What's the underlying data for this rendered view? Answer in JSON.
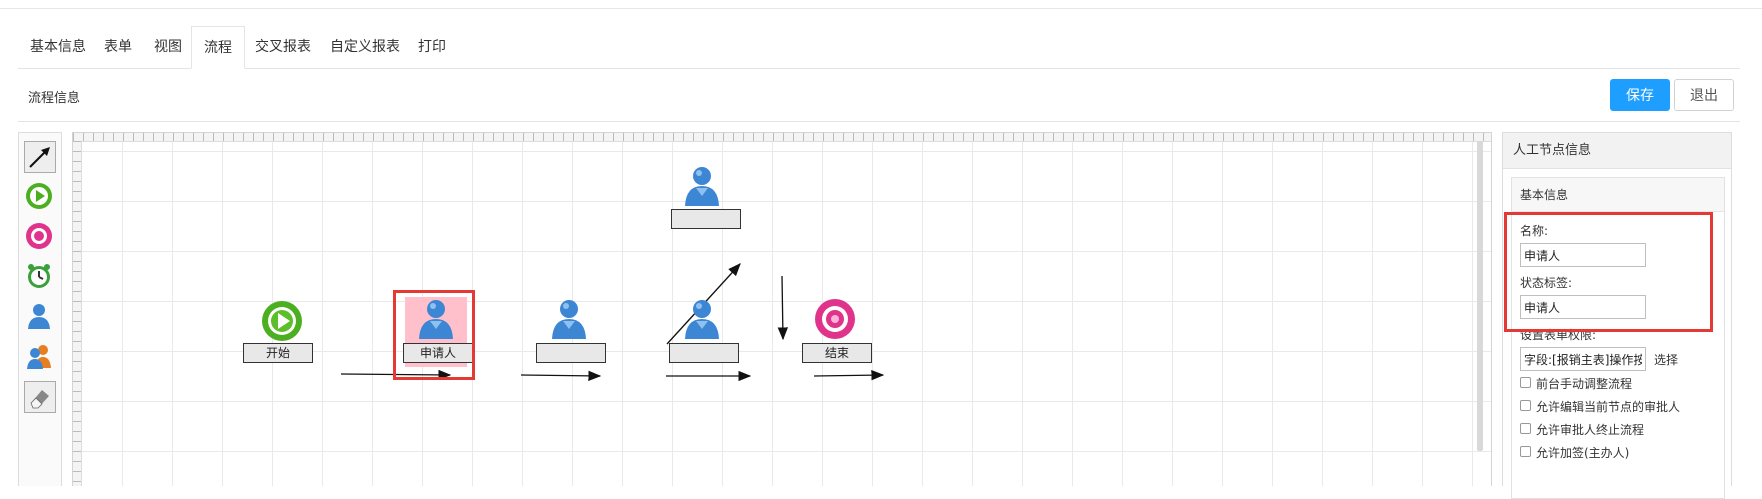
{
  "tabs": [
    {
      "label": "基本信息"
    },
    {
      "label": "表单"
    },
    {
      "label": "视图"
    },
    {
      "label": "流程",
      "active": true
    },
    {
      "label": "交叉报表"
    },
    {
      "label": "自定义报表"
    },
    {
      "label": "打印"
    }
  ],
  "infobar": {
    "title": "流程信息",
    "save_label": "保存",
    "exit_label": "退出"
  },
  "toolbar": {
    "tools": [
      "arrow-tool-icon",
      "start-node-icon",
      "end-node-icon",
      "timer-node-icon",
      "manual-node-icon",
      "multi-user-node-icon",
      "eraser-icon"
    ]
  },
  "flow": {
    "nodes": [
      {
        "id": "start",
        "label": "开始",
        "icon": "start-node-icon"
      },
      {
        "id": "applicant",
        "label": "申请人",
        "icon": "manual-node-icon",
        "selected": true
      },
      {
        "id": "n3",
        "label": "",
        "icon": "manual-node-icon"
      },
      {
        "id": "n4",
        "label": "",
        "icon": "manual-node-icon"
      },
      {
        "id": "n5",
        "label": "",
        "icon": "manual-node-icon"
      },
      {
        "id": "end",
        "label": "结束",
        "icon": "end-node-icon"
      }
    ]
  },
  "panel": {
    "title": "人工节点信息",
    "section_title": "基本信息",
    "name_label": "名称:",
    "name_value": "申请人",
    "status_label": "状态标签:",
    "status_value": "申请人",
    "permission_label": "设置表单权限:",
    "permission_value": "字段:[报销主表]操作按钮:[",
    "select_label": "选择",
    "options": [
      {
        "label": "前台手动调整流程"
      },
      {
        "label": "允许编辑当前节点的审批人"
      },
      {
        "label": "允许审批人终止流程"
      },
      {
        "label": "允许加签(主办人)"
      }
    ]
  },
  "colors": {
    "primary": "#1e9fff",
    "highlight_border": "#e53935",
    "selected_node_bg": "#ffc0cb"
  }
}
